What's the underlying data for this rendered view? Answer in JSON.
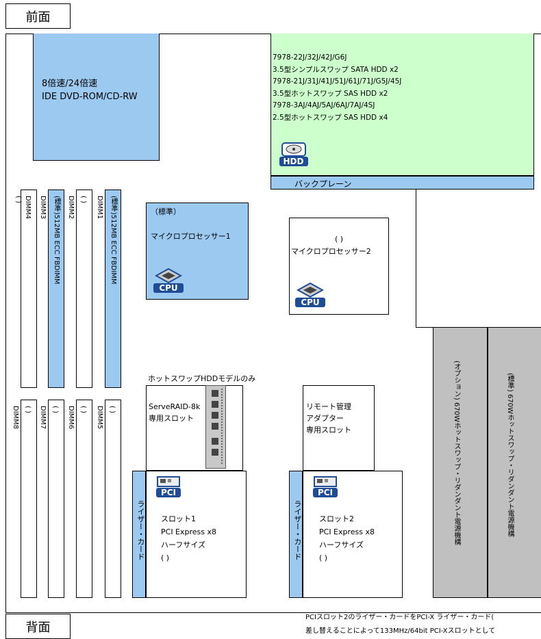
{
  "front_label": "前面",
  "back_label": "背面",
  "optical_drive": {
    "line1": "8倍速/24倍速",
    "line2": "IDE DVD-ROM/CD-RW"
  },
  "hdd_bay": {
    "lines": [
      "7978-22J/32J/42J/G6J",
      "3.5型シンプルスワップ SATA HDD x2",
      "7978-21J/31J/41J/51J/61J/71J/G5J/45J",
      "3.5型ホットスワップ SAS HDD x2",
      "7978-3AJ/4AJ/5AJ/6AJ/7AJ/4SJ",
      "2.5型ホットスワップ SAS HDD x4"
    ],
    "hdd_icon_text": "HDD",
    "backplane": "バックプレーン"
  },
  "dimms": {
    "dimm4": "DIMM4",
    "dimm3": "DIMM3",
    "dimm2": "DIMM2",
    "dimm1": "DIMM1",
    "dimm8": "DIMM8",
    "dimm7": "DIMM7",
    "dimm6": "DIMM6",
    "dimm5": "DIMM5",
    "empty": "(  )",
    "standard": "(標準)512MB ECC FBDIMM"
  },
  "cpu1": {
    "tag": "（標準）",
    "name": "マイクロプロセッサー1",
    "icon_text": "CPU"
  },
  "cpu2": {
    "tag": "(     )",
    "name": "マイクロプロセッサー2",
    "icon_text": "CPU"
  },
  "hotswap_note": "ホットスワップHDDモデルのみ",
  "serveraid": {
    "line1": "ServeRAID-8k",
    "line2": "専用スロット"
  },
  "remote_mgmt": {
    "line1": "リモート管理",
    "line2": "アダプター",
    "line3": "専用スロット"
  },
  "riser_label": "ライザー・カード",
  "slot1": {
    "icon_text": "PCI",
    "line1": "スロット1",
    "line2": "PCI Express x8",
    "line3": "ハーフサイズ",
    "line4": "(    )"
  },
  "slot2": {
    "icon_text": "PCI",
    "line1": "スロット2",
    "line2": "PCI Express x8",
    "line3": "ハーフサイズ",
    "line4": "(    )"
  },
  "psu_optional": "(オプション) 670Wホットスワップ・リダンダント電源機構",
  "psu_standard": "(標準) 670Wホットスワップ・リダンダント電源機構",
  "footnote": {
    "line1": "PCIスロット2のライザー・カードをPCI-X ライザー・カード(",
    "line2": "差し替えることによって133MHz/64bit PCI-Xスロットとして"
  }
}
